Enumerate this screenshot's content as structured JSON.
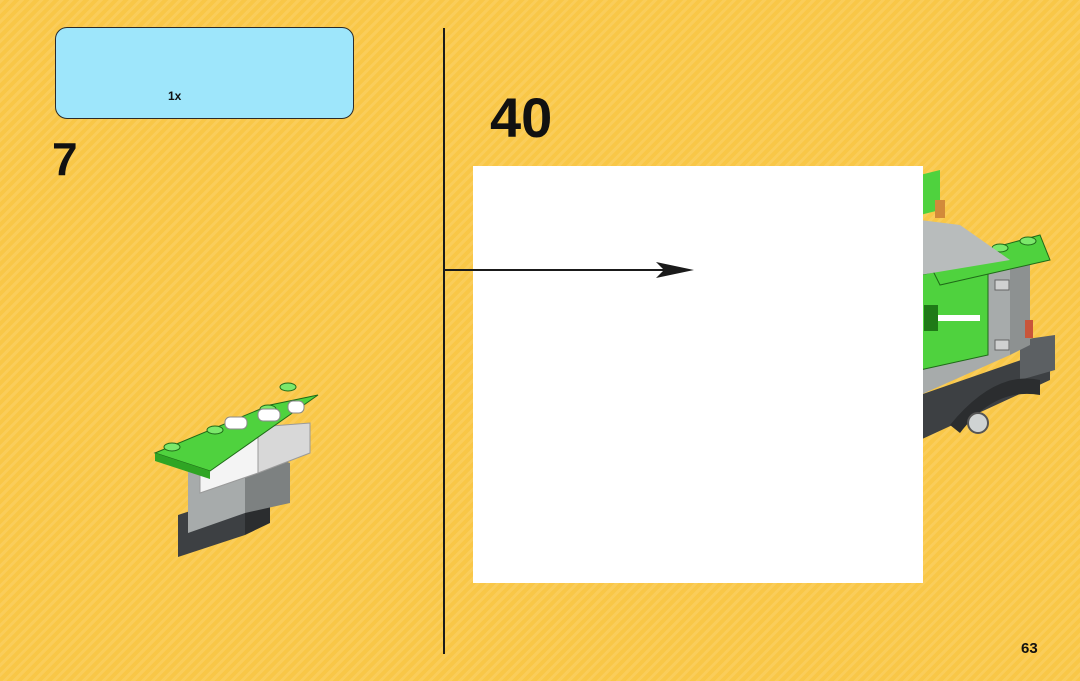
{
  "parts_callout": {
    "quantity": "1x"
  },
  "substep": {
    "number": "7"
  },
  "step": {
    "number": "40"
  },
  "page": {
    "number": "63"
  },
  "colors": {
    "background": "#f9c747",
    "parts_box": "#9ee6fb",
    "brick_green": "#4fd23e",
    "brick_light_gray": "#a7abab",
    "brick_dark_gray": "#5c6063",
    "brick_white": "#f4f4f4"
  },
  "icons": [
    "arrow-right-icon"
  ]
}
